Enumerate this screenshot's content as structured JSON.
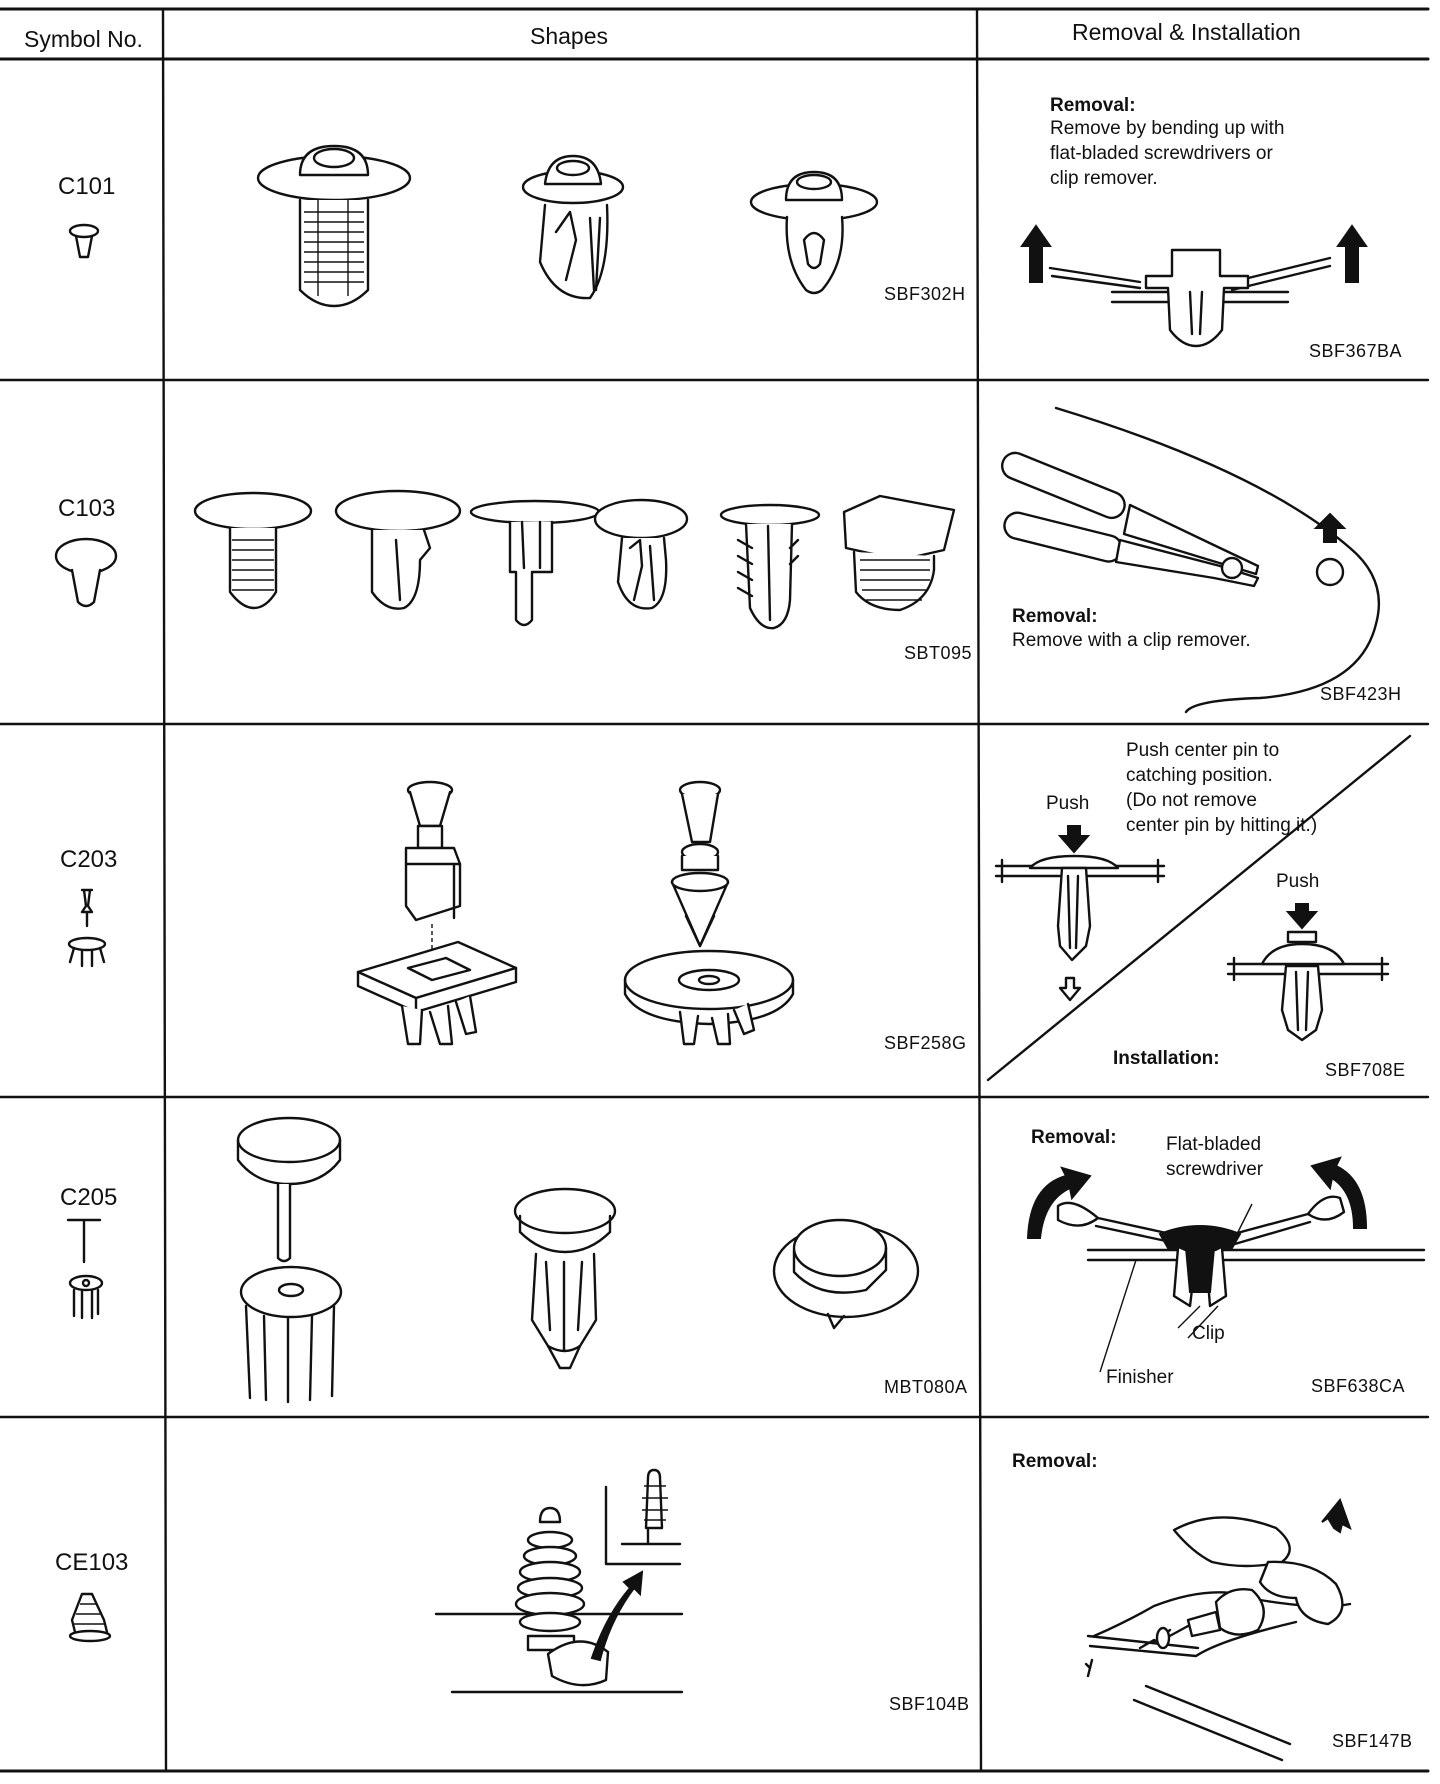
{
  "header": {
    "symbol_no": "Symbol No.",
    "shapes": "Shapes",
    "removal_installation": "Removal & Installation"
  },
  "rows": [
    {
      "symbol": "C101",
      "shapes_fig": "SBF302H",
      "removal_fig": "SBF367BA",
      "removal_title": "Removal:",
      "removal_text": "Remove by bending up with\nflat-bladed screwdrivers or\nclip remover."
    },
    {
      "symbol": "C103",
      "shapes_fig": "SBT095",
      "removal_fig": "SBF423H",
      "removal_title": "Removal:",
      "removal_text": "Remove with a clip remover."
    },
    {
      "symbol": "C203",
      "shapes_fig": "SBF258G",
      "removal_fig": "SBF708E",
      "removal_text": "Push center pin to\ncatching position.\n(Do not remove\ncenter pin by hitting it.)",
      "push_label_1": "Push",
      "push_label_2": "Push",
      "installation_title": "Installation:"
    },
    {
      "symbol": "C205",
      "shapes_fig": "MBT080A",
      "removal_fig": "SBF638CA",
      "removal_title": "Removal:",
      "tool_label": "Flat-bladed\nscrewdriver",
      "clip_label": "Clip",
      "finisher_label": "Finisher"
    },
    {
      "symbol": "CE103",
      "shapes_fig": "SBF104B",
      "removal_fig": "SBF147B",
      "removal_title": "Removal:"
    }
  ]
}
